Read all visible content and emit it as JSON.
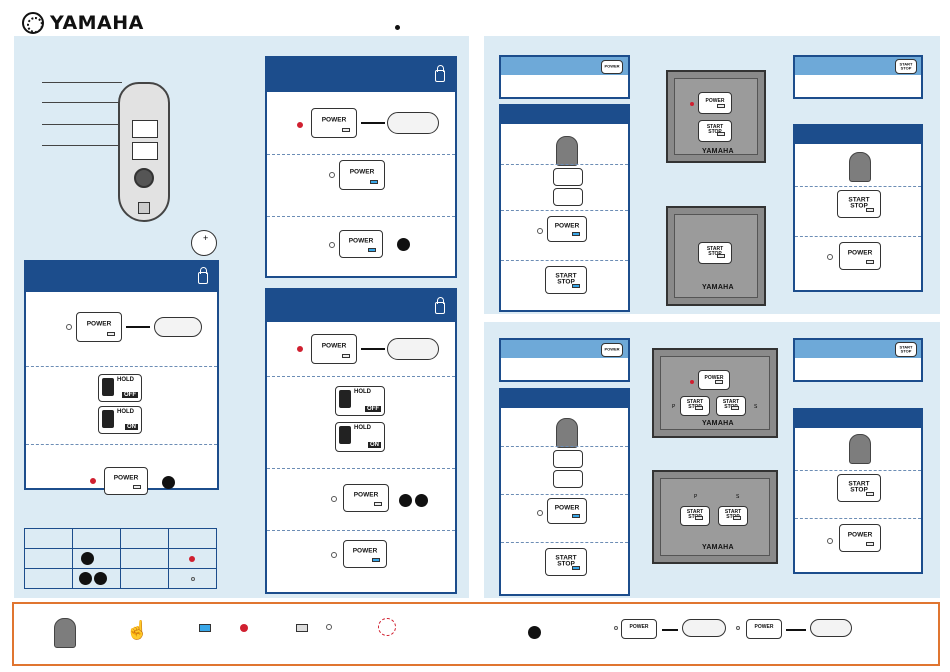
{
  "header": {
    "brand": "YAMAHA"
  },
  "buttons": {
    "power": "POWER",
    "start": "START",
    "stop": "STOP",
    "hold": "HOLD",
    "off": "OFF",
    "on": "ON"
  },
  "keypad": {
    "brand": "YAMAHA",
    "port": "P",
    "starboard": "S"
  },
  "colors": {
    "primary": "#1c4d8c",
    "panel": "#dcebf4",
    "legend_border": "#e07530",
    "led_blue": "#39a7e8",
    "led_red": "#d02030"
  },
  "icons": [
    "yamaha-logo-icon",
    "lock-icon",
    "hand-pointer-icon",
    "kill-switch-icon",
    "remote-fob-icon",
    "double-arrow-icon"
  ]
}
